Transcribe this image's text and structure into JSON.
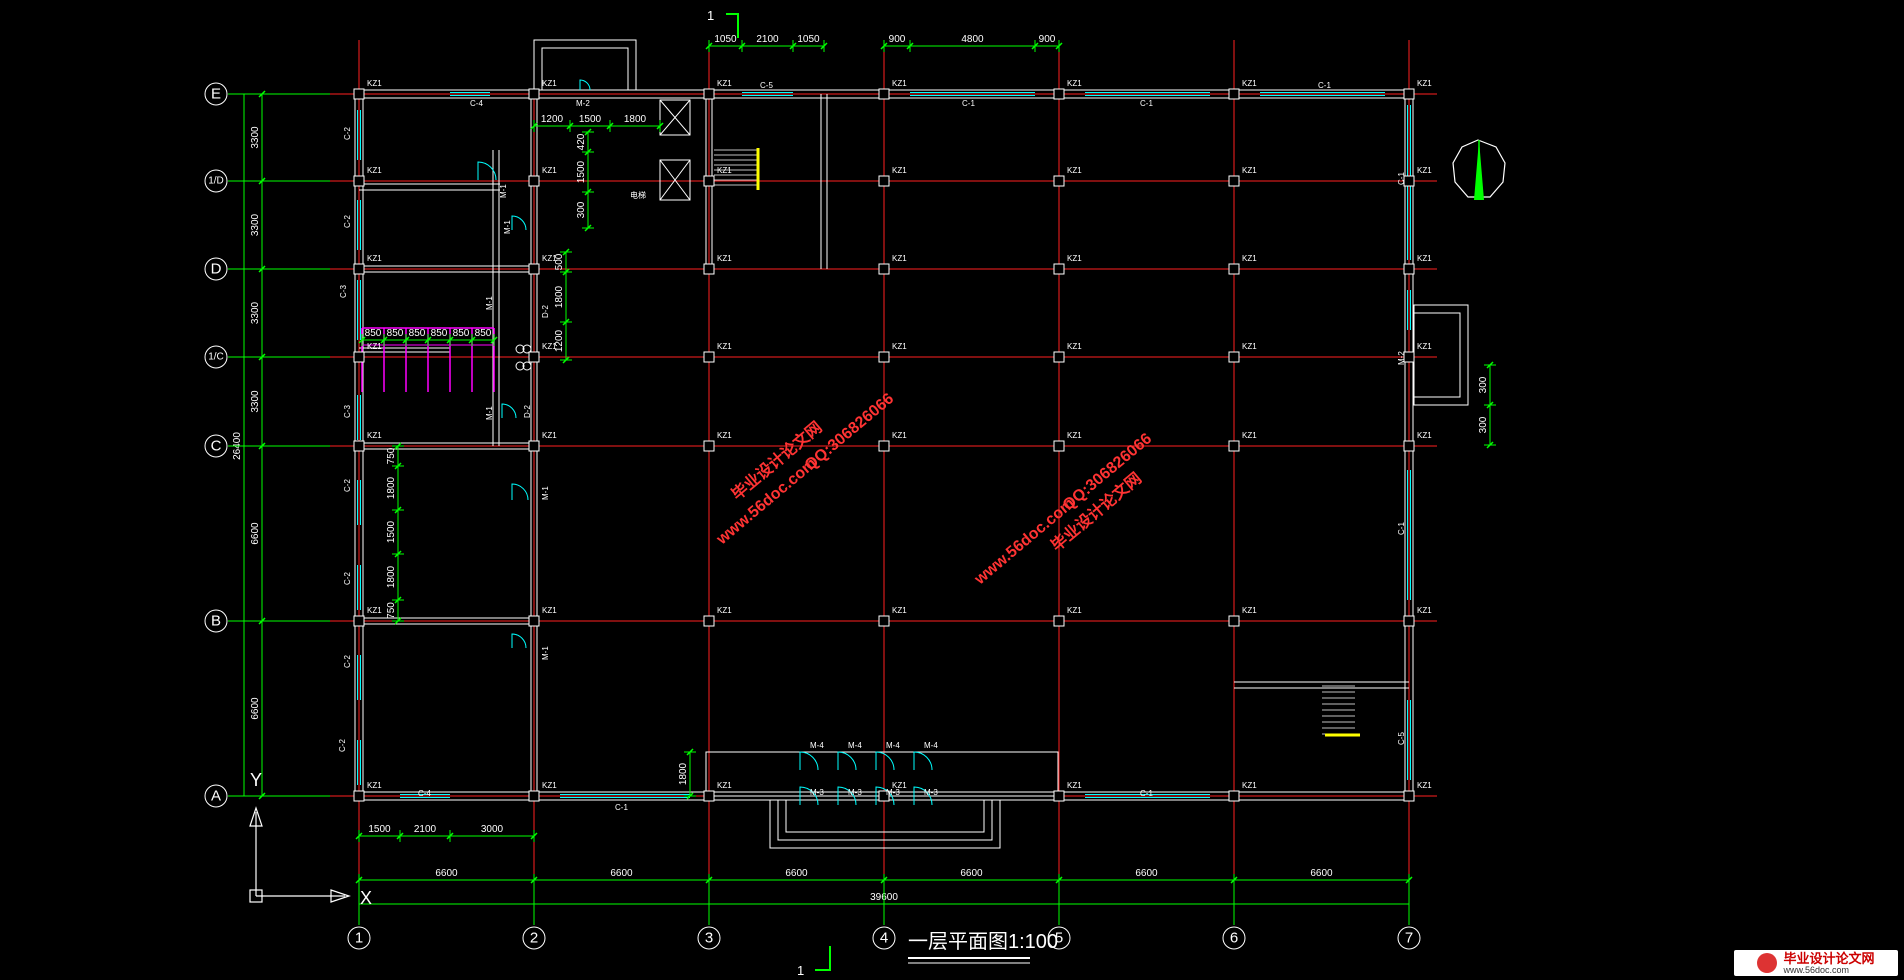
{
  "drawing": {
    "title": "一层平面图1:100",
    "section_mark": "1",
    "north_arrow_icon": "north-arrow-icon",
    "ucs_labels": {
      "x": "X",
      "y": "Y"
    }
  },
  "grids": {
    "vertical_labels": [
      "1",
      "2",
      "3",
      "4",
      "5",
      "6",
      "7"
    ],
    "horizontal_labels": [
      "E",
      "1/D",
      "D",
      "1/C",
      "C",
      "B",
      "A"
    ],
    "bay_spacing": [
      "6600",
      "6600",
      "6600",
      "6600",
      "6600",
      "6600"
    ],
    "total_width": "39600",
    "row_spacing": [
      "3300",
      "3300",
      "3300",
      "3300",
      "6600",
      "6600"
    ],
    "total_depth": "26400"
  },
  "dimensions": {
    "top_left": [
      "1050",
      "2100",
      "1050"
    ],
    "top_middle": [
      "900",
      "4800",
      "900"
    ],
    "bottom_left": [
      "1500",
      "2100",
      "3000"
    ],
    "stair_room": [
      "1200",
      "1500",
      "1800"
    ],
    "stair_height": [
      "420",
      "1500",
      "300"
    ],
    "toilet_stalls": [
      "850",
      "850",
      "850",
      "850",
      "850",
      "850"
    ],
    "right_wing": [
      "500",
      "1800",
      "1200"
    ],
    "left_rooms": [
      "750",
      "1800",
      "1500",
      "1800",
      "750"
    ],
    "entrance_depth": "1800",
    "side_entry": [
      "300",
      "300"
    ]
  },
  "labels": {
    "column": "KZ1",
    "windows": [
      "C-1",
      "C-2",
      "C-3",
      "C-4",
      "C-5"
    ],
    "doors": [
      "M-1",
      "M-2",
      "M-3",
      "M-4"
    ],
    "others": [
      "D-2",
      "电梯"
    ]
  },
  "watermark": {
    "site": "www.56doc.com",
    "qq": "QQ:306826066",
    "name": "毕业设计论文网"
  },
  "logo": {
    "name": "毕业设计论文网",
    "url": "www.56doc.com"
  },
  "colors": {
    "background": "#000000",
    "axis": "#ff2020",
    "dimension": "#00ff00",
    "wall": "#ffffff",
    "window": "#00ffff",
    "toilet": "#ff00ff",
    "stair": "#ffff00",
    "watermark": "#ff3333"
  }
}
